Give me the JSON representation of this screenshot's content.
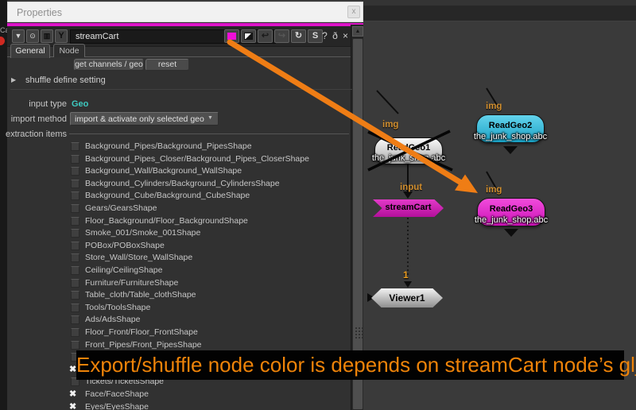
{
  "window": {
    "title": "Properties",
    "close_glyph": "x"
  },
  "edge": {
    "clipped_text": "Ca"
  },
  "header": {
    "node_name": "streamCart",
    "icons": {
      "collapse": "▼",
      "center": "⊙",
      "stamp": "▥",
      "lock": "Y",
      "undo": "↩",
      "redo": "↪",
      "revert": "↻",
      "settings": "S",
      "help": "?",
      "float": "ð",
      "close": "×",
      "scroll_up": "▲"
    }
  },
  "tabs": [
    {
      "label": "General",
      "active": true
    },
    {
      "label": "Node",
      "active": false
    }
  ],
  "toolbar": {
    "get_channels_label": "get channels / geo",
    "reset_label": "reset"
  },
  "sections": {
    "shuffle_arrow": "▶",
    "shuffle_label": "shuffle define setting"
  },
  "fields": {
    "input_type": {
      "label": "input type",
      "value": "Geo"
    },
    "import_method": {
      "label": "import method",
      "value": "import & activate only selected geo",
      "caret": "▼"
    },
    "extraction": {
      "label": "extraction items"
    }
  },
  "extraction": {
    "checked_glyph": "✖",
    "items": [
      {
        "label": "Background_Pipes/Background_PipesShape",
        "checked": false
      },
      {
        "label": "Background_Pipes_Closer/Background_Pipes_CloserShape",
        "checked": false
      },
      {
        "label": "Background_Wall/Background_WallShape",
        "checked": false
      },
      {
        "label": "Background_Cylinders/Background_CylindersShape",
        "checked": false
      },
      {
        "label": "Background_Cube/Background_CubeShape",
        "checked": false
      },
      {
        "label": "Gears/GearsShape",
        "checked": false
      },
      {
        "label": "Floor_Background/Floor_BackgroundShape",
        "checked": false
      },
      {
        "label": "Smoke_001/Smoke_001Shape",
        "checked": false
      },
      {
        "label": "POBox/POBoxShape",
        "checked": false
      },
      {
        "label": "Store_Wall/Store_WallShape",
        "checked": false
      },
      {
        "label": "Ceiling/CeilingShape",
        "checked": false
      },
      {
        "label": "Furniture/FurnitureShape",
        "checked": false
      },
      {
        "label": "Table_cloth/Table_clothShape",
        "checked": false
      },
      {
        "label": "Tools/ToolsShape",
        "checked": false
      },
      {
        "label": "Ads/AdsShape",
        "checked": false
      },
      {
        "label": "Floor_Front/Floor_FrontShape",
        "checked": false
      },
      {
        "label": "Front_Pipes/Front_PipesShape",
        "checked": false
      },
      {
        "label": "",
        "checked": false
      },
      {
        "label": "",
        "checked": true
      },
      {
        "label": "Tickets/TicketsShape",
        "checked": false
      },
      {
        "label": "Face/FaceShape",
        "checked": true
      },
      {
        "label": "Eyes/EyesShape",
        "checked": true
      }
    ]
  },
  "node_graph": {
    "img_label_1": "img",
    "img_label_2": "img",
    "img_label_3": "img",
    "input_label": "input",
    "viewer_input_label": "1",
    "readgeo1": {
      "name": "ReadGeo1",
      "file": "the_junk_shop.abc"
    },
    "readgeo2": {
      "name": "ReadGeo2",
      "file": "the_junk_shop.abc"
    },
    "readgeo3": {
      "name": "ReadGeo3",
      "file": "the_junk_shop.abc"
    },
    "streamcart": {
      "name": "streamCart"
    },
    "viewer": {
      "name": "Viewer1"
    }
  },
  "caption": {
    "text": "Export/shuffle node color is depends on streamCart node’s gl_color."
  },
  "colors": {
    "selected_strip": "#dd13c8",
    "gl_color_swatch": "#f00fd8",
    "magenta_node": "#d81fc0",
    "cyan_node": "#2db7d9",
    "annotation_arrow": "#ef7d15",
    "caption_text": "#ee8309",
    "io_label": "#cf8d2e"
  }
}
